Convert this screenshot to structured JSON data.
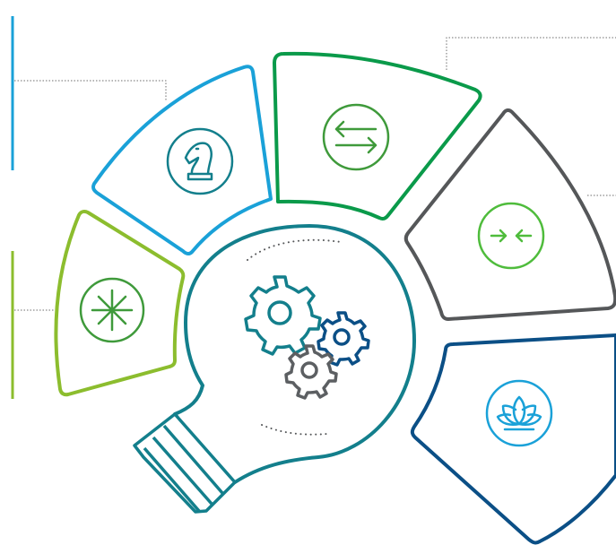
{
  "colors": {
    "blue_light": "#1aa1d8",
    "green_dark": "#0a9a4a",
    "gray": "#555759",
    "navy": "#0b4f86",
    "lime": "#8cbd2e",
    "teal": "#137f8c",
    "green_icon": "#3f9a3b",
    "green_bright": "#4fbc3c",
    "gear_gray": "#5c5f62"
  },
  "segments": [
    {
      "id": "strategy",
      "icon": "chess-knight-icon",
      "color": "blue_light"
    },
    {
      "id": "exchange",
      "icon": "exchange-arrows-icon",
      "color": "green_dark"
    },
    {
      "id": "converge",
      "icon": "converge-arrows-icon",
      "color": "gray"
    },
    {
      "id": "wellbeing",
      "icon": "lotus-icon",
      "color": "navy"
    },
    {
      "id": "spark",
      "icon": "asterisk-icon",
      "color": "lime"
    }
  ],
  "center": {
    "icon": "lightbulb-gears-icon",
    "color": "teal"
  }
}
